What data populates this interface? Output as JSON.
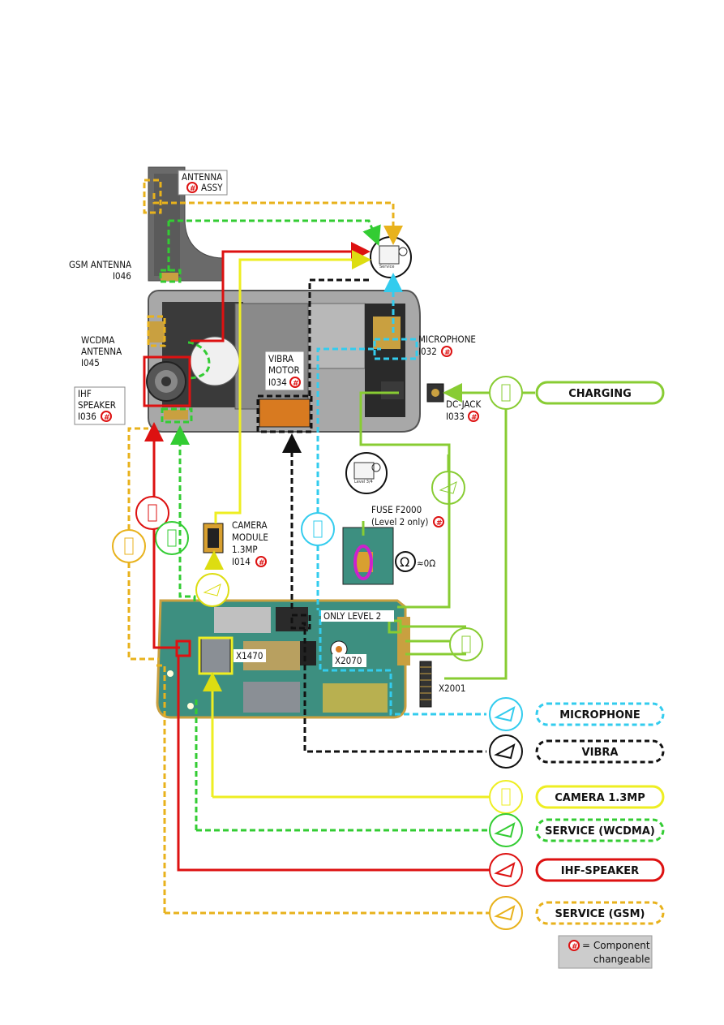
{
  "labels": {
    "antenna_assy_1": "ANTENNA",
    "antenna_assy_2": "ASSY",
    "gsm_antenna_1": "GSM ANTENNA",
    "gsm_antenna_2": "I046",
    "wcdma_1": "WCDMA",
    "wcdma_2": "ANTENNA",
    "wcdma_3": "I045",
    "ihf_1": "IHF",
    "ihf_2": "SPEAKER",
    "ihf_3": "I036",
    "vibra_1": "VIBRA",
    "vibra_2": "MOTOR",
    "vibra_3": "I034",
    "microphone_1": "MICROPHONE",
    "microphone_2": "I032",
    "dcjack_1": "DC-JACK",
    "dcjack_2": "I033",
    "camera_1": "CAMERA",
    "camera_2": "MODULE",
    "camera_3": "1.3MP",
    "camera_4": "I014",
    "fuse_1": "FUSE F2000",
    "fuse_2": "(Level 2 only)",
    "ohm": "≈0Ω",
    "only_level2": "ONLY LEVEL 2",
    "x1470": "X1470",
    "x2070": "X2070",
    "x2001": "X2001",
    "service_box_1": "Service",
    "service_box_2": "Level 3/4",
    "legend_1": "= Component",
    "legend_2": "changeable",
    "hash": "#"
  },
  "buttons": {
    "charging": "CHARGING",
    "microphone": "MICROPHONE",
    "vibra": "VIBRA",
    "camera": "CAMERA 1.3MP",
    "service_wcdma": "SERVICE (WCDMA)",
    "ihf_speaker": "IHF-SPEAKER",
    "service_gsm": "SERVICE (GSM)"
  },
  "colors": {
    "yellow_orange": "#e8b21c",
    "green": "#33cc33",
    "red": "#dd1111",
    "yellow": "#eeee22",
    "black": "#111111",
    "cyan": "#33ccee",
    "lime": "#88cc33"
  }
}
